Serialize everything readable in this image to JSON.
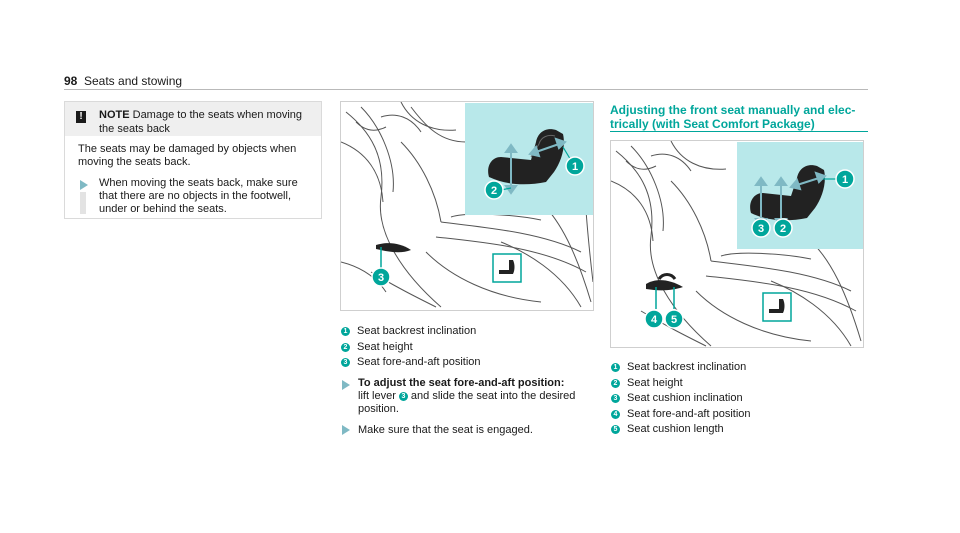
{
  "header": {
    "page_number": "98",
    "section_title": "Seats and stowing"
  },
  "note": {
    "label": "NOTE",
    "title": "Damage to the seats when moving the seats back",
    "body": "The seats may be damaged by objects when moving the seats back.",
    "bullet": "When moving the seats back, make sure that there are no objects in the footwell, under or behind the seats."
  },
  "figure1": {
    "callouts": [
      "1",
      "2",
      "3"
    ],
    "legend": [
      {
        "num": "1",
        "text": "Seat backrest inclination"
      },
      {
        "num": "2",
        "text": "Seat height"
      },
      {
        "num": "3",
        "text": "Seat fore-and-aft position"
      }
    ],
    "step1_bold": "To adjust the seat fore-and-aft position:",
    "step1_pre": "lift lever",
    "step1_ref": "3",
    "step1_post": "and slide the seat into the desired position.",
    "step2": "Make sure that the seat is engaged."
  },
  "section2": {
    "title": "Adjusting the front seat manually and electrically (with Seat Comfort Package)",
    "title_line1": "Adjusting the front seat manually and elec-",
    "title_line2": "trically (with Seat Comfort Package)"
  },
  "figure2": {
    "callouts": [
      "1",
      "2",
      "3",
      "4",
      "5"
    ],
    "legend": [
      {
        "num": "1",
        "text": "Seat backrest inclination"
      },
      {
        "num": "2",
        "text": "Seat height"
      },
      {
        "num": "3",
        "text": "Seat cushion inclination"
      },
      {
        "num": "4",
        "text": "Seat fore-and-aft position"
      },
      {
        "num": "5",
        "text": "Seat cushion length"
      }
    ]
  },
  "colors": {
    "accent": "#00a69b",
    "inset_bg": "#b8e8ea",
    "arrow": "#7fb9c4"
  }
}
